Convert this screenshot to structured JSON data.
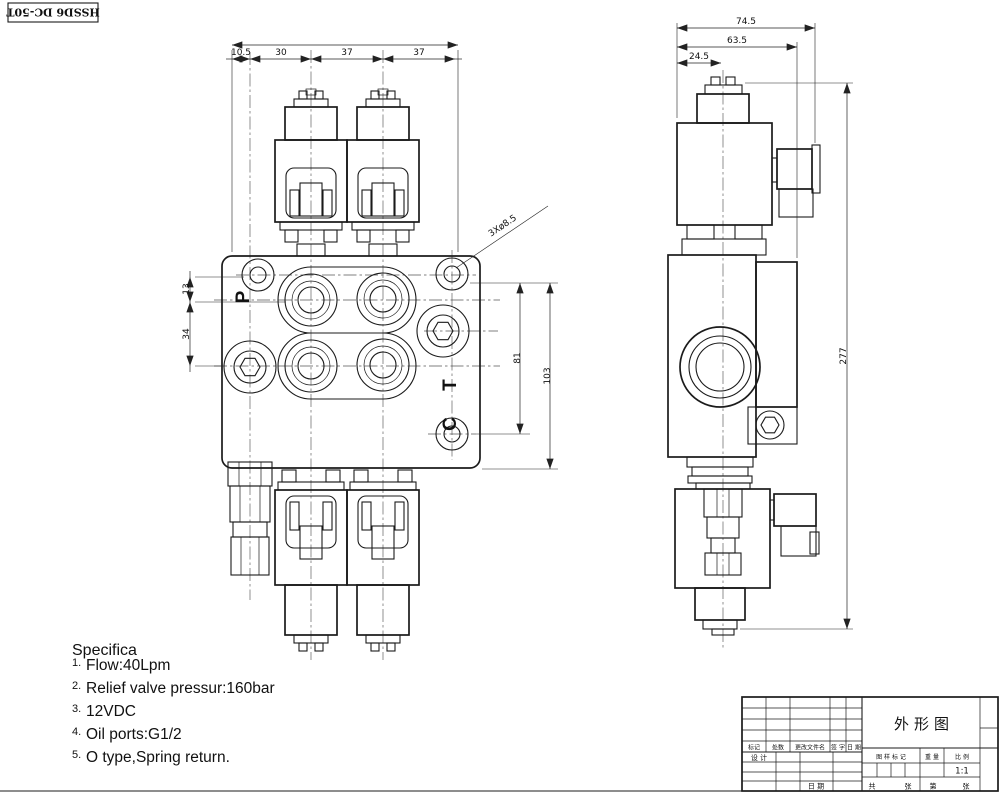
{
  "header": {
    "model_label": "HSSD6 DC-50T"
  },
  "front": {
    "dims_top": [
      "10.5",
      "30",
      "37",
      "37"
    ],
    "dims_left": [
      "13",
      "34"
    ],
    "dims_right": [
      "81",
      "103"
    ],
    "holes_note": "3Xø8.5",
    "port_p": "P",
    "port_t": "T",
    "port_c": "C"
  },
  "side": {
    "dims_top": [
      "74.5",
      "63.5",
      "24.5"
    ],
    "dim_height": "277"
  },
  "specs": {
    "title": "Specifica",
    "items": [
      {
        "num": "1.",
        "text": "Flow:40Lpm"
      },
      {
        "num": "2.",
        "text": "Relief valve pressur:160bar"
      },
      {
        "num": "3.",
        "text": "12VDC"
      },
      {
        "num": "4.",
        "text": "Oil ports:G1/2"
      },
      {
        "num": "5.",
        "text": "O type,Spring return."
      }
    ]
  },
  "title_block": {
    "drawing_title": "外形图",
    "headers": {
      "mark": "标记",
      "count": "处数",
      "file": "更改文件名",
      "sign": "签 字",
      "date": "日 期"
    },
    "design": "设 计",
    "date_label": "日 期",
    "mark_label": "图 样 标 记",
    "weight_label": "重 量",
    "scale_label": "比 例",
    "scale_value": "1:1",
    "sheet": {
      "gong": "共",
      "zhang1": "张",
      "di": "第",
      "zhang2": "张"
    }
  }
}
